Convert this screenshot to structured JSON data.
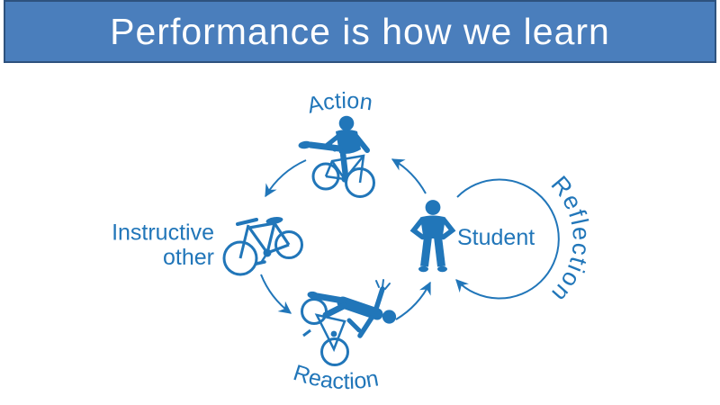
{
  "slide_title": "Performance is how we learn",
  "cycle": {
    "action_label": "Action",
    "instructive_other_line1": "Instructive",
    "instructive_other_line2": "other",
    "reaction_label": "Reaction",
    "student_label": "Student",
    "reflection_label": "Reflection"
  },
  "icons": {
    "action": "trick-cyclist-icon",
    "instructive_other": "bicycle-icon",
    "reaction": "falling-cyclist-icon",
    "student": "standing-person-icon"
  },
  "colors": {
    "header_background": "#4A7EBC",
    "header_border": "#2E527E",
    "header_text": "#FFFFFF",
    "accent_blue": "#2176B9",
    "background": "#FFFFFF"
  }
}
